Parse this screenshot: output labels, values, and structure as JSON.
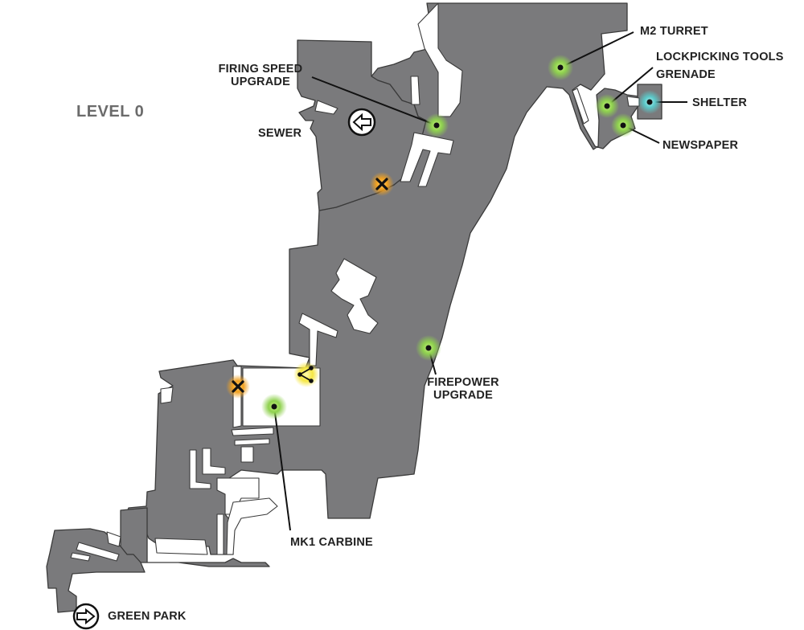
{
  "map": {
    "level_label": "LEVEL 0",
    "colors": {
      "floor": "#7a7a7c",
      "item_glow": "#8fd14f",
      "shelter_glow": "#5bc8c8",
      "hazard_glow": "#f0a020",
      "share_glow": "#f5e642"
    },
    "labels": {
      "m2_turret": "M2 TURRET",
      "lockpicking_tools": "LOCKPICKING TOOLS",
      "grenade": "GRENADE",
      "shelter": "SHELTER",
      "newspaper": "NEWSPAPER",
      "firing_speed_line1": "FIRING SPEED",
      "firing_speed_line2": "UPGRADE",
      "sewer": "SEWER",
      "firepower_line1": "FIREPOWER",
      "firepower_line2": "UPGRADE",
      "mk1_carbine": "MK1 CARBINE",
      "green_park": "GREEN PARK"
    },
    "icons": {
      "exit_sewer": "arrow-left-circle-icon",
      "exit_green_park": "arrow-right-circle-icon",
      "hazard": "x-marker-icon",
      "junction": "share-node-icon"
    }
  }
}
